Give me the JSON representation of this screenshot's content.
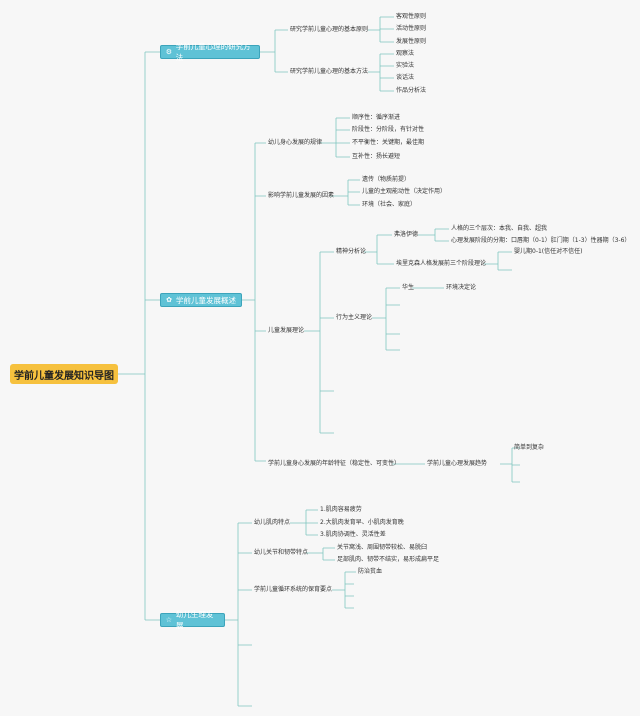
{
  "root": "学前儿童发展知识导图",
  "branches": [
    {
      "label": "学前儿童心理的研究方法",
      "icon": "⚙"
    },
    {
      "label": "学前儿童发展概述",
      "icon": "✿"
    },
    {
      "label": "幼儿生理发展",
      "icon": "☆"
    }
  ],
  "research": {
    "principles_label": "研究学前儿童心理的基本原则",
    "principles": [
      "客观性原则",
      "活动性原则",
      "发展性原则"
    ],
    "methods_label": "研究学前儿童心理的基本方法",
    "methods": [
      "观察法",
      "实验法",
      "谈话法",
      "作品分析法"
    ]
  },
  "overview": {
    "law_label": "幼儿身心发展的规律",
    "laws": [
      "顺序性：循序渐进",
      "阶段性：分阶段，有针对性",
      "不平衡性：关键期，最佳期",
      "互补性：扬长避短"
    ],
    "factors_label": "影响学前儿童发展的因素",
    "factors": [
      "遗传（物质前提）",
      "儿童的主观能动性（决定作用）",
      "环境（社会、家庭）"
    ],
    "theory_label": "儿童发展理论",
    "psycho_label": "精神分析论",
    "freud_label": "弗洛伊德",
    "freud_items": [
      "人格的三个层次：本我、自我、超我",
      "心理发展阶段的分期：口唇期（0-1）肛门期（1-3）性器期（3-6）"
    ],
    "erikson_label": "埃里克森人格发展前三个阶段理论",
    "erikson_items": [
      "婴儿期0-1(信任对不信任)"
    ],
    "behavior_label": "行为主义理论",
    "watson_label": "华生",
    "watson_item": "环境决定论",
    "age_label": "学前儿童身心发展的年龄特征（稳定性、可变性）",
    "trend_label": "学前儿童心理发展趋势",
    "trend_items": [
      "简单到复杂"
    ]
  },
  "physio": {
    "muscle_label": "幼儿肌肉特点",
    "muscle_items": [
      "1.肌肉容易疲劳",
      "2.大肌肉发育早、小肌肉发育晚",
      "3.肌肉协调性、灵活性差"
    ],
    "joint_label": "幼儿关节和韧带特点",
    "joint_items": [
      "关节窝浅、周围韧带较松、易脱臼",
      "足部肌肉、韧带不结实，易形成扁平足"
    ],
    "circ_label": "学前儿童循环系统的保育要点",
    "circ_items": [
      "防治贫血"
    ]
  }
}
